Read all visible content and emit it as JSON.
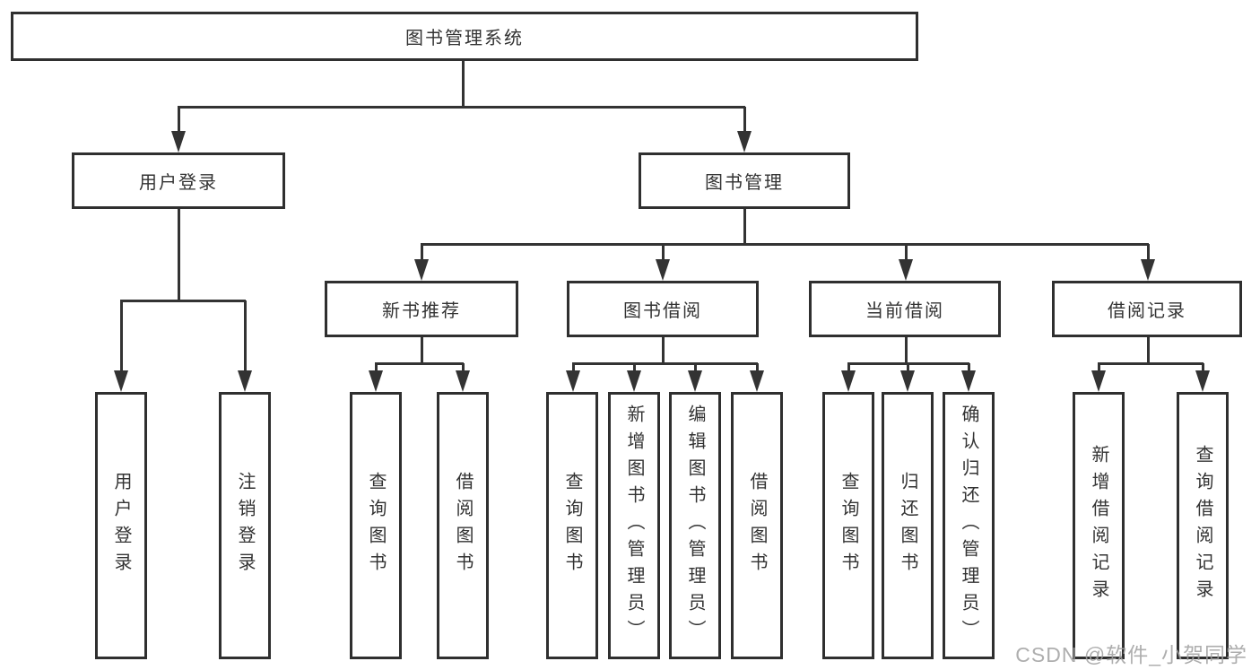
{
  "diagram": {
    "root_label": "图书管理系统",
    "branches": [
      {
        "label": "用户登录",
        "children": [
          "用户登录",
          "注销登录"
        ]
      },
      {
        "label": "图书管理",
        "sub_branches": [
          {
            "label": "新书推荐",
            "children": [
              "查询图书",
              "借阅图书"
            ]
          },
          {
            "label": "图书借阅",
            "children": [
              "查询图书",
              "新增图书（管理员）",
              "编辑图书（管理员）",
              "借阅图书"
            ]
          },
          {
            "label": "当前借阅",
            "children": [
              "查询图书",
              "归还图书",
              "确认归还（管理员）"
            ]
          },
          {
            "label": "借阅记录",
            "children": [
              "新增借阅记录",
              "查询借阅记录"
            ]
          }
        ]
      }
    ],
    "colors": {
      "line": "#333333",
      "box_border": "#2f2f2f",
      "box_fill": "#ffffff",
      "text": "#333333"
    }
  },
  "watermark": {
    "text": "CSDN @软件_小贺同学",
    "color": "#a0a0a0"
  }
}
